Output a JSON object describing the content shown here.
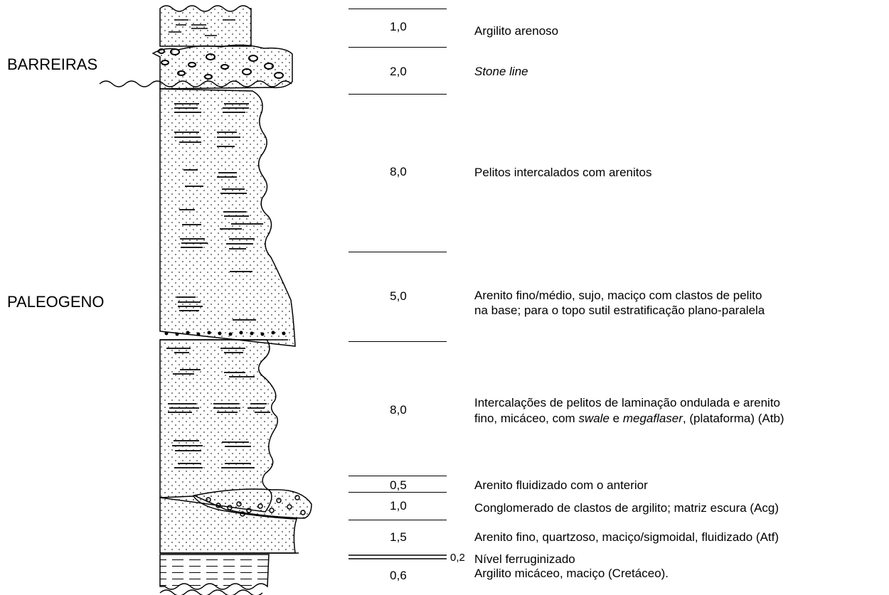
{
  "units": [
    {
      "label": "BARREIRAS"
    },
    {
      "label": "PALEOGENO"
    }
  ],
  "layers": [
    {
      "thickness": "1,0",
      "description": "Argilito  arenoso"
    },
    {
      "thickness": "2,0",
      "description": "Stone  line",
      "italic": true
    },
    {
      "thickness": "8,0",
      "description": "Pelitos  intercalados  com  arenitos"
    },
    {
      "thickness": "5,0",
      "description_lines": [
        "Arenito fino/médio, sujo, maciço com clastos de pelito",
        "na base; para o topo sutil estratificação plano-paralela"
      ]
    },
    {
      "thickness": "8,0",
      "description_lines": [
        "Intercalações de pelitos de laminação ondulada e arenito",
        "fino, micáceo, com swale e megaflaser, (plataforma) (Atb)"
      ]
    },
    {
      "thickness": "0,5",
      "description": "Arenito fluidizado com o anterior"
    },
    {
      "thickness": "1,0",
      "description": "Conglomerado de clastos de argilito; matriz escura (Acg)"
    },
    {
      "thickness": "1,5",
      "description": "Arenito fino, quartzoso, maciço/sigmoidal, fluidizado (Atf)"
    },
    {
      "thickness": "0,2",
      "description": "Nível ferruginizado"
    },
    {
      "thickness": "0,6",
      "description": "Argilito micáceo, maciço (Cretáceo)."
    }
  ]
}
